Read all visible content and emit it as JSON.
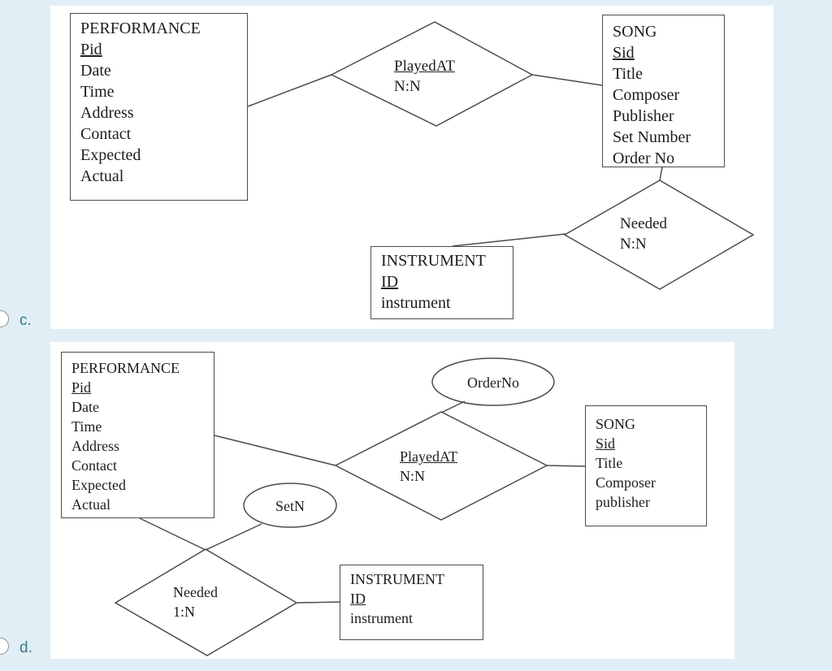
{
  "colors": {
    "page_background": "#e1eef6",
    "panel_background": "#ffffff",
    "diagram_ink": "#1d1d1d",
    "diagram_stroke": "#4c4c4c",
    "option_label": "#3b7a8d"
  },
  "options": {
    "c": {
      "label": "c."
    },
    "d": {
      "label": "d."
    }
  },
  "diagram_c": {
    "performance": {
      "title": "PERFORMANCE",
      "key": "Pid",
      "attrs": [
        "Date",
        "Time",
        "Address",
        "Contact",
        "Expected",
        "Actual"
      ]
    },
    "playedat": {
      "name": "PlayedAT",
      "cardinality": "N:N"
    },
    "song": {
      "title": "SONG",
      "key": "Sid",
      "attrs": [
        "Title",
        "Composer",
        "Publisher",
        "Set Number",
        "Order No"
      ]
    },
    "needed": {
      "name": "Needed",
      "cardinality": "N:N"
    },
    "instrument": {
      "title": "INSTRUMENT",
      "key": "ID",
      "attrs": [
        "instrument"
      ]
    }
  },
  "diagram_d": {
    "performance": {
      "title": "PERFORMANCE",
      "key": "Pid",
      "attrs": [
        "Date",
        "Time",
        "Address",
        "Contact",
        "Expected",
        "Actual"
      ]
    },
    "orderno": {
      "name": "OrderNo"
    },
    "playedat": {
      "name": "PlayedAT",
      "cardinality": "N:N"
    },
    "song": {
      "title": "SONG",
      "key": "Sid",
      "attrs": [
        "Title",
        "Composer",
        "publisher"
      ]
    },
    "setn": {
      "name": "SetN"
    },
    "needed": {
      "name": "Needed",
      "cardinality": "1:N"
    },
    "instrument": {
      "title": "INSTRUMENT",
      "key": "ID",
      "attrs": [
        "instrument"
      ]
    }
  }
}
